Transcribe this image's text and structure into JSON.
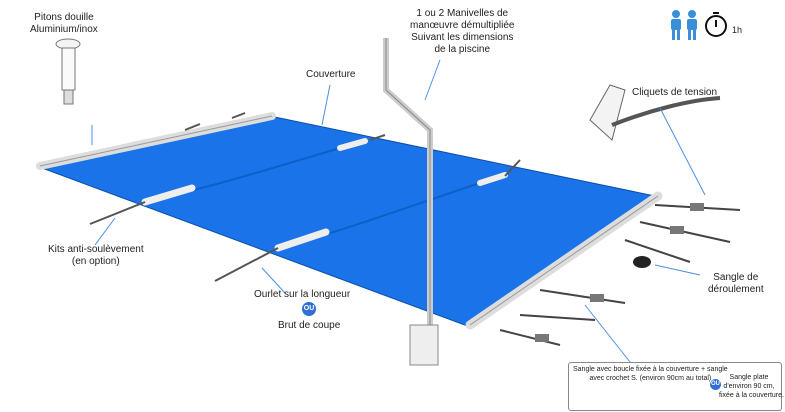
{
  "labels": {
    "pitons": [
      "Pitons douille",
      "Aluminium/inox"
    ],
    "couverture": "Couverture",
    "manivelles": [
      "1 ou 2 Manivelles de",
      "manœuvre démultipliée",
      "Suivant les dimensions",
      "de la piscine"
    ],
    "duration": "1h",
    "cliquets": "Cliquets de tension",
    "kits": [
      "Kits anti-soulèvement",
      "(en option)"
    ],
    "sangle_deroulement": [
      "Sangle de",
      "déroulement"
    ],
    "ourlet": "Ourlet sur la longueur",
    "ou": "OU",
    "brut": "Brut de coupe"
  },
  "strap_box": {
    "option_a": [
      "Sangle avec boucle fixée à la couverture + sangle",
      "avec crochet S. (environ 90cm au total)"
    ],
    "ou": "OU",
    "option_b": [
      "Sangle plate",
      "d'environ 90 cm,",
      "fixée à la couverture."
    ]
  },
  "colors": {
    "cover": "#1a73e8",
    "accent": "#2f6fd6",
    "line": "#4a90e2"
  },
  "icons": [
    "person-icon",
    "person-icon",
    "stopwatch-icon"
  ]
}
